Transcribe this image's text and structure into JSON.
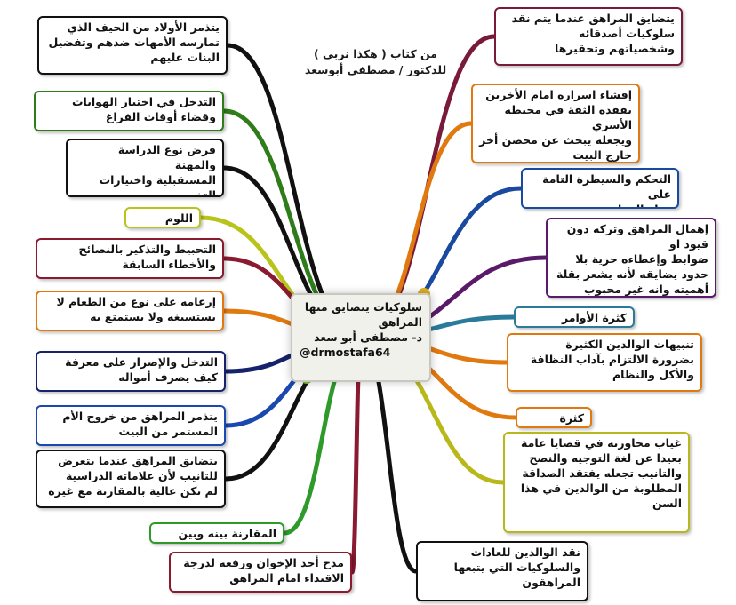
{
  "credit": {
    "line1": "من كتاب ( هكذا نربي )",
    "line2": "للدكتور / مصطفى أبوسعد"
  },
  "center": {
    "title": "سلوكيات يتضايق منها المراهق",
    "author": "د- مصطفى أبو سعد",
    "handle": "@drmostafa64"
  },
  "left": [
    {
      "lines": [
        "يتذمر الأولاد من الحيف الذي",
        "تمارسه الأمهات ضدهم وتفضيل",
        "البنات عليهم"
      ],
      "color": "#111111"
    },
    {
      "lines": [
        "التدخل في اختيار الهوايات",
        "وقضاء أوقات الفراغ"
      ],
      "color": "#2e7d1a"
    },
    {
      "lines": [
        "فرض نوع الدراسة والمهنة",
        "المستقبلية واختيارات",
        "التخصص"
      ],
      "color": "#111111"
    },
    {
      "lines": [
        "اللوم المستمر"
      ],
      "color": "#b8c41a"
    },
    {
      "lines": [
        "التحبيط والتذكير بالنصائح",
        "والأخطاء السابقة"
      ],
      "color": "#8a1a30"
    },
    {
      "lines": [
        "إرغامه على نوع من الطعام لا",
        "يستسيغه ولا يستمتع به"
      ],
      "color": "#e07a10"
    },
    {
      "lines": [
        "التدخل والإصرار على معرفة",
        "كيف يصرف أمواله"
      ],
      "color": "#16226a"
    },
    {
      "lines": [
        "يتذمر المراهق من خروج الأم",
        "المستمر من البيت"
      ],
      "color": "#1a48b0"
    },
    {
      "lines": [
        "يتضايق المراهق عندما يتعرض",
        "للتانيب لأن علاماته الدراسية",
        "لم تكن عالية بالمقارنة مع غيره"
      ],
      "color": "#111111"
    },
    {
      "lines": [
        "المقارنة بينه وبين غيره"
      ],
      "color": "#2e9a2a"
    },
    {
      "lines": [
        "مدح أحد الإخوان ورفعه لدرجة",
        "الاقتداء امام المراهق"
      ],
      "color": "#8a1a30"
    }
  ],
  "right": [
    {
      "lines": [
        "يتضايق المراهق عندما يتم نقد",
        "سلوكيات أصدقائه",
        "وشخصياتهم وتحقيرها"
      ],
      "color": "#7a1a3a"
    },
    {
      "lines": [
        "إفشاء اسراره امام الأخرين",
        "يفقده الثقة في محيطه الأسري",
        "ويجعله يبحث عن محضن أخر",
        "خارج البيت"
      ],
      "color": "#e07a10"
    },
    {
      "lines": [
        "التحكم والسيطرة التامة على",
        "حياة المراهق"
      ],
      "color": "#1a4aa0"
    },
    {
      "lines": [
        "إهمال المراهق وتركه دون قيود او",
        "ضوابط وإعطاءه حرية بلا",
        "حدود يضايقه لأنه يشعر بقلة",
        "أهميته وانه غير محبوب"
      ],
      "color": "#5a1a6a"
    },
    {
      "lines": [
        "كثرة الأوامر والنواهي"
      ],
      "color": "#2a7a9a"
    },
    {
      "lines": [
        "تنبيهات الوالدين الكثيرة",
        "بضرورة الالتزام بآداب النظافة",
        "والأكل والنظام"
      ],
      "color": "#e07a10"
    },
    {
      "lines": [
        "كثرة النصائح"
      ],
      "color": "#e07a10"
    },
    {
      "lines": [
        "غياب محاورته في قضايا عامة",
        "بعيدا عن لغة التوجيه والنصح",
        "والتانيب تجعله يفتقد الصداقة",
        "المطلوبة من الوالدين في هذا",
        "السن"
      ],
      "color": "#b8b81a"
    },
    {
      "lines": [
        "نقد الوالدين للعادات",
        "والسلوكيات التي يتبعها",
        "المراهقون"
      ],
      "color": "#111111"
    }
  ]
}
